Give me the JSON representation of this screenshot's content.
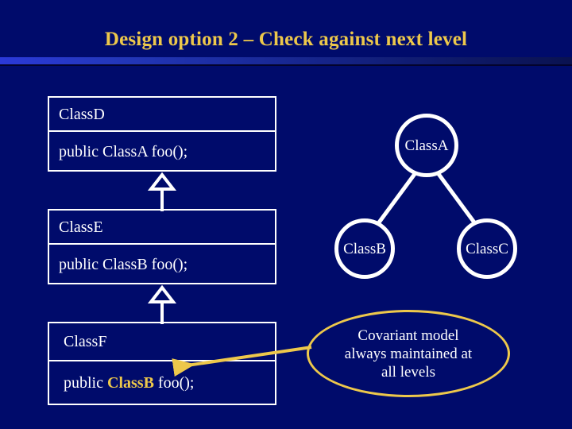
{
  "slide": {
    "title": "Design option 2 – Check against next level",
    "background_color": "#000b6b",
    "title_color": "#edc84b",
    "accent_gold": "#edc84b",
    "line_color": "#ffffff"
  },
  "left_column": {
    "classes": [
      {
        "name": "ClassD",
        "member_prefix": "public ",
        "member_type": "ClassA",
        "member_suffix": " foo();",
        "member_full": "public ClassA foo();",
        "member_highlighted": false
      },
      {
        "name": "ClassE",
        "member_prefix": "public ",
        "member_type": "ClassB",
        "member_suffix": " foo();",
        "member_full": "public ClassB foo();",
        "member_highlighted": false
      },
      {
        "name": "ClassF",
        "member_prefix": "public ",
        "member_type": "ClassB",
        "member_suffix": " foo();",
        "member_full": "public ClassB foo();",
        "member_highlighted": true
      }
    ],
    "relations": [
      {
        "kind": "generalization",
        "from": "ClassE",
        "to": "ClassD"
      },
      {
        "kind": "generalization",
        "from": "ClassF",
        "to": "ClassE"
      }
    ]
  },
  "right_column": {
    "circles": [
      {
        "label": "ClassA"
      },
      {
        "label": "ClassB"
      },
      {
        "label": "ClassC"
      }
    ],
    "relations": [
      {
        "kind": "generalization",
        "from": "ClassB",
        "to": "ClassA"
      },
      {
        "kind": "generalization",
        "from": "ClassC",
        "to": "ClassA"
      }
    ]
  },
  "callout": {
    "lines": [
      "Covariant model",
      "always maintained at",
      "all levels"
    ],
    "border_color": "#edc84b",
    "text_color": "#ffffff",
    "arrow_color": "#edc84b",
    "arrow_points_to": "ClassB"
  }
}
